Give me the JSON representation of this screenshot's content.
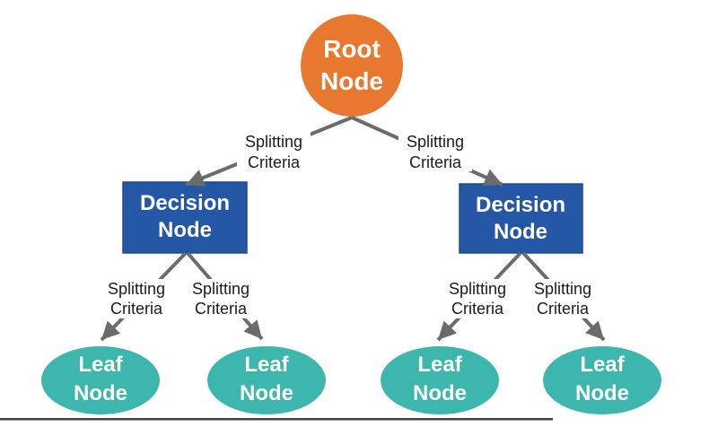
{
  "diagram": {
    "type": "decision-tree",
    "root_node": {
      "line1": "Root",
      "line2": "Node"
    },
    "decision_nodes": [
      {
        "line1": "Decision",
        "line2": "Node"
      },
      {
        "line1": "Decision",
        "line2": "Node"
      }
    ],
    "leaf_nodes": [
      {
        "line1": "Leaf",
        "line2": "Node"
      },
      {
        "line1": "Leaf",
        "line2": "Node"
      },
      {
        "line1": "Leaf",
        "line2": "Node"
      },
      {
        "line1": "Leaf",
        "line2": "Node"
      }
    ],
    "edge_labels": [
      {
        "line1": "Splitting",
        "line2": "Criteria"
      },
      {
        "line1": "Splitting",
        "line2": "Criteria"
      },
      {
        "line1": "Splitting",
        "line2": "Criteria"
      },
      {
        "line1": "Splitting",
        "line2": "Criteria"
      },
      {
        "line1": "Splitting",
        "line2": "Criteria"
      },
      {
        "line1": "Splitting",
        "line2": "Criteria"
      }
    ],
    "colors": {
      "root_fill": "#E8782F",
      "decision_fill": "#2457A6",
      "decision_border": "#1D4A91",
      "leaf_fill": "#3DB6AD",
      "node_text": "#FFFFFF",
      "edge": "#6B6B6B",
      "label_text": "#1B1B1B",
      "label_bg": "#FFFFFF",
      "baseline_rule": "#414141",
      "background": "#FFFFFF"
    }
  }
}
